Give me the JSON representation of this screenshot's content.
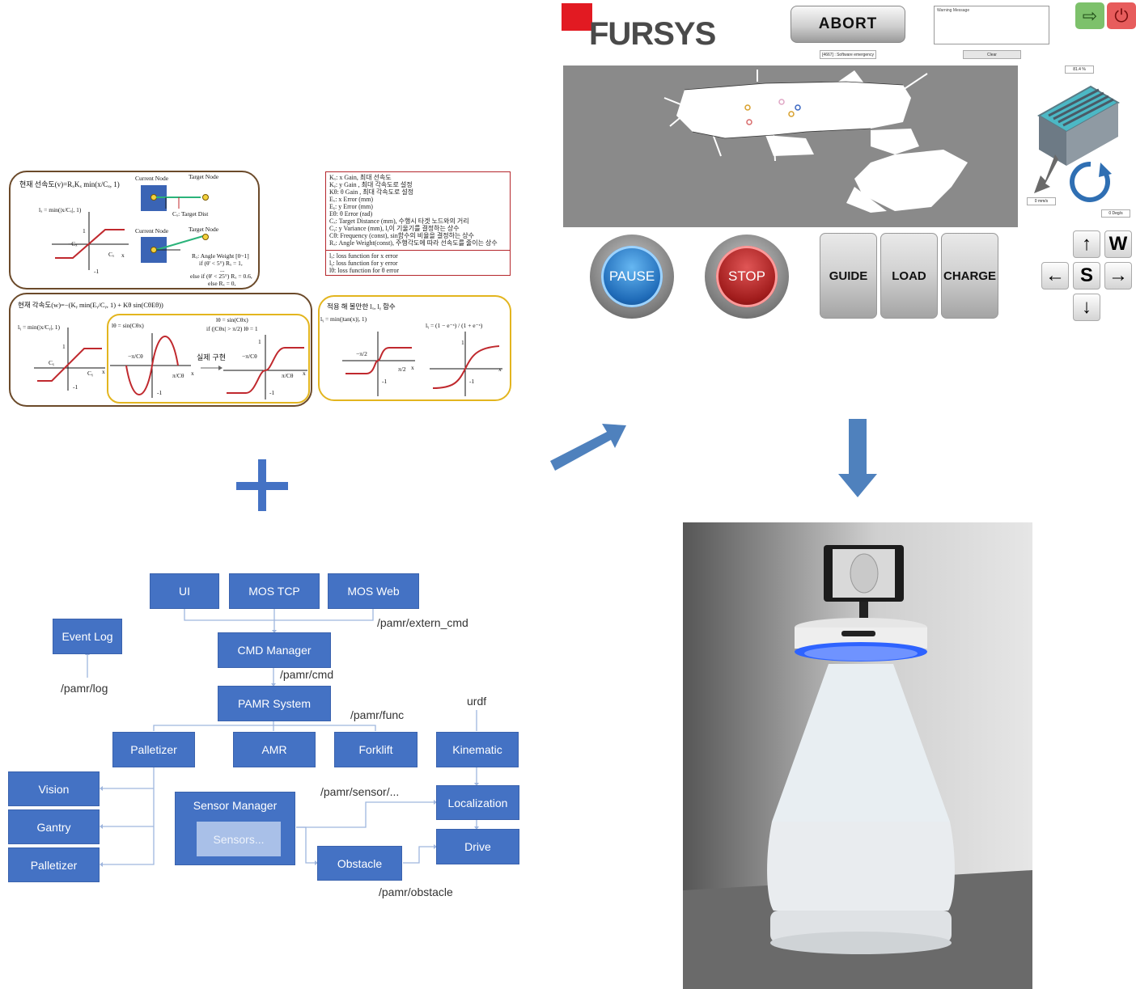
{
  "equations": {
    "linear_title": "현재 선속도(v)=RₓKₓ min(x/Cₓ, 1)",
    "lx_formula": "lₓ = min(|x/Cₓ|, 1)",
    "current_node": "Current Node",
    "target_node": "Target Node",
    "target_dist": "Cₓ: Target Dist",
    "angle_weight": "Rₓ: Angle Weight [0~1]",
    "angle_cond1": "if (θ' < 5°) Rₓ = 1,",
    "angle_cond_dots": "...",
    "angle_cond2": "else if (θ' < 25°) Rₓ = 0.6,",
    "angle_cond3": "else Rₓ = 0,",
    "angular_title": "현재 각속도(w)=−(Kᵧ min(Eᵧ/Cᵧ, 1) + Kθ sin(CθEθ))",
    "ly_formula": "lᵧ = min(|x/Cᵧ|, 1)",
    "ltheta_formula": "lθ = sin(Cθx)",
    "ltheta_impl": "lθ = sin(Cθx)",
    "ltheta_cond": "if (|Cθx| > π/2) lθ = 1",
    "actual_impl": "실제 구현",
    "ideal_title": "적용 해 볼만한 lₓ, lᵧ 함수",
    "ideal_f1": "lᵧ = min(|tan(x)|, 1)",
    "ideal_f2": "lᵧ = (1 − e⁻ˣ) / (1 + e⁻ˣ)",
    "legend_lines": [
      "Kₓ: x Gain, 최대 선속도",
      "Kᵧ: y Gain , 최대 각속도로 설정",
      "Kθ: θ Gain , 최대 각속도로 설정",
      "Eₓ: x Error (mm)",
      "Eᵧ: y Error (mm)",
      "Eθ: θ Error (rad)",
      "Cₓ: Target Distance (mm), 수행시 타겟 노드와의 거리",
      "Cᵧ: y Variance (mm), lᵧ이 기울기를 결정하는 상수",
      "Cθ: Frequency (const), sin함수의 비율을 결정하는 상수",
      "Rₓ: Angle Weight(const), 주행각도에 따라 선속도를 줄이는 상수"
    ],
    "loss_lines": [
      "lₓ: loss function for x error",
      "lᵧ: loss function for y error",
      "lθ: loss function for θ error"
    ],
    "axis_labels": {
      "x": "x",
      "one": "1",
      "minus_one": "-1",
      "cx": "Cₓ",
      "neg_cx": "−Cₓ",
      "cy": "Cᵧ",
      "pi_ctheta": "π/Cθ",
      "neg_pi_ctheta": "−π/Cθ",
      "pi_2": "π/2",
      "neg_pi_2": "−π/2"
    }
  },
  "architecture": {
    "blocks": {
      "ui": "UI",
      "mos_tcp": "MOS TCP",
      "mos_web": "MOS Web",
      "event_log": "Event Log",
      "cmd_manager": "CMD Manager",
      "pamr_system": "PAMR System",
      "palletizer": "Palletizer",
      "amr": "AMR",
      "forklift": "Forklift",
      "kinematic": "Kinematic",
      "vision": "Vision",
      "gantry": "Gantry",
      "palletizer2": "Palletizer",
      "sensor_manager": "Sensor Manager",
      "sensors": "Sensors...",
      "localization": "Localization",
      "drive": "Drive",
      "obstacle": "Obstacle"
    },
    "topics": {
      "extern_cmd": "/pamr/extern_cmd",
      "log": "/pamr/log",
      "cmd": "/pamr/cmd",
      "func": "/pamr/func",
      "urdf": "urdf",
      "sensor": "/pamr/sensor/...",
      "obstacle": "/pamr/obstacle"
    }
  },
  "ui": {
    "logo_text": "FURSYS",
    "abort_label": "ABORT",
    "status_text": "[4667] : Software emergency",
    "warning_label": "Warning Message",
    "clear_label": "Clear",
    "exit_icon": "exit-icon",
    "power_icon": "power-icon",
    "battery_pct": "81.4 %",
    "linear_speed": "0 mm/s",
    "angular_speed": "0 Deg/s",
    "pause_label": "PAUSE",
    "stop_label": "STOP",
    "guide_label": "GUIDE",
    "load_label": "LOAD",
    "charge_label": "CHARGE",
    "keys": {
      "up": "↑",
      "w": "W",
      "left": "←",
      "s": "S",
      "right": "→",
      "down": "↓"
    }
  },
  "colors": {
    "diagram_blue": "#4472c4",
    "panel_brown": "#6b4a2a",
    "panel_gold": "#e3b51f",
    "legend_red": "#b5272c",
    "fursys_red": "#e21a22"
  }
}
